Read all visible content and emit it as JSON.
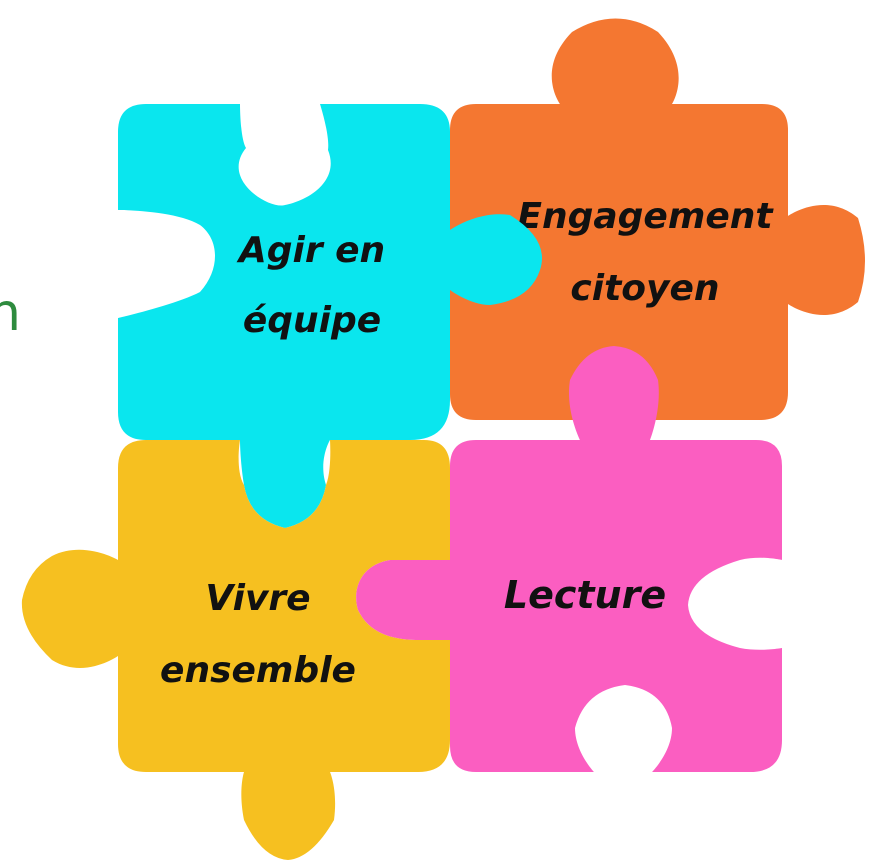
{
  "pieces": {
    "top_left": {
      "lines": [
        "Agir en",
        "équipe"
      ],
      "color": "#0AE6EE"
    },
    "top_right": {
      "lines": [
        "Engagement",
        "citoyen"
      ],
      "color": "#F47731"
    },
    "bottom_left": {
      "lines": [
        "Vivre",
        "ensemble"
      ],
      "color": "#F6C020"
    },
    "bottom_right": {
      "lines": [
        "Lecture"
      ],
      "color": "#FB5EC1"
    }
  },
  "edge_fragment": {
    "text": "n",
    "color": "#2E8B3E"
  }
}
